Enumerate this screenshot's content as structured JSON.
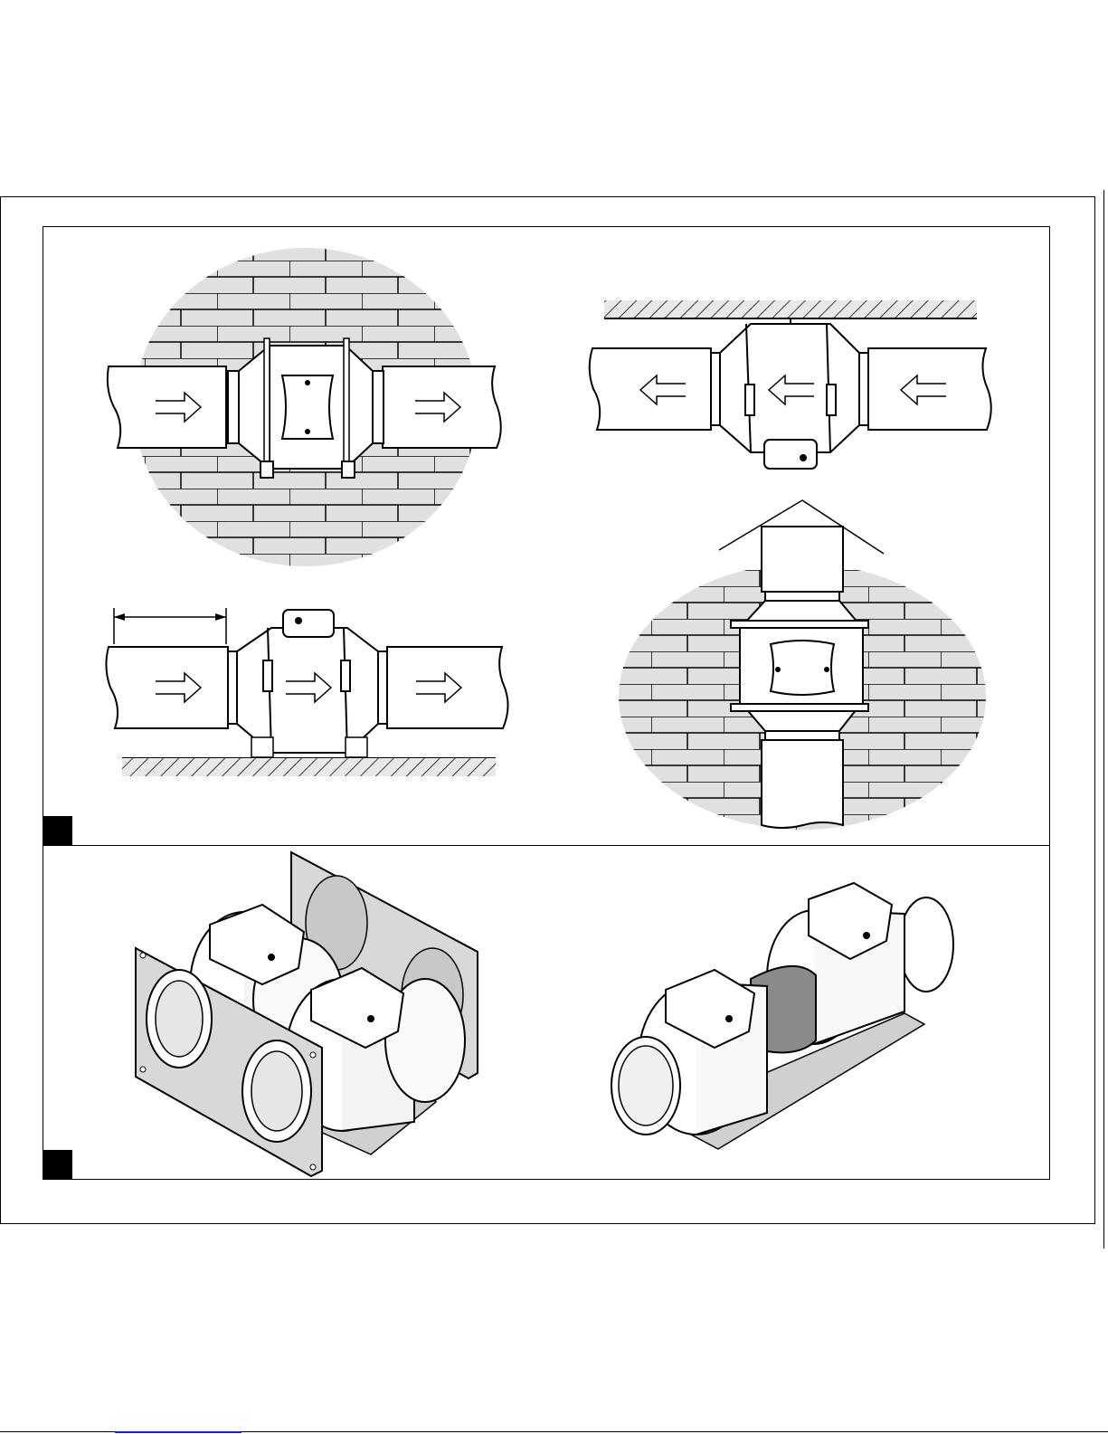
{
  "figures": [
    {
      "id": 1,
      "views": [
        "wall-horizontal",
        "ceiling-horizontal",
        "floor-horizontal",
        "wall-vertical"
      ]
    },
    {
      "id": 2,
      "views": [
        "parallel-fans-on-plates",
        "series-fans-on-rail"
      ]
    }
  ],
  "colors": {
    "line": "#000000",
    "brick_fill": "#e0e0e0",
    "mortar": "#ffffff",
    "metal_fill": "#ffffff",
    "plate_fill": "#d8d8d8",
    "link_underline": "#1a1aee"
  },
  "icons": [
    "arrow-right-icon",
    "arrow-left-icon",
    "arrow-up-icon",
    "hatch-ceiling",
    "hatch-floor"
  ]
}
